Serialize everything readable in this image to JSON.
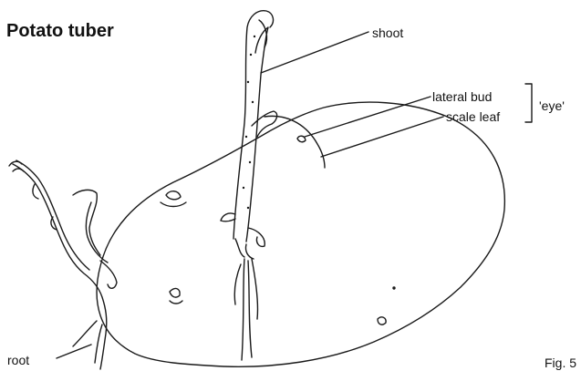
{
  "title": "Potato tuber",
  "labels": {
    "shoot": "shoot",
    "lateral_bud": "lateral bud",
    "scale_leaf": "scale leaf",
    "eye": "'eye'",
    "root": "root",
    "figure": "Fig. 5"
  }
}
